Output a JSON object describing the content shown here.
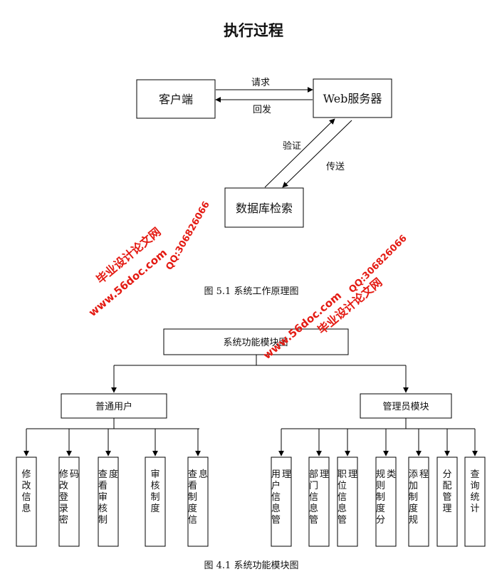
{
  "flow": {
    "title": "执行过程",
    "client": "客户端",
    "server": "Web服务器",
    "database": "数据库检索",
    "request": "请求",
    "reply": "回发",
    "verify": "验证",
    "transmit": "传送",
    "caption": "图 5.1 系统工作原理图"
  },
  "modules": {
    "root": "系统功能模块图",
    "user_branch": "普通用户",
    "admin_branch": "管理员模块",
    "user_items": [
      "修改信息",
      "修改登录密码",
      "查看审核制度",
      "审核制度",
      "查看制度信息"
    ],
    "admin_items": [
      "用户信息管理",
      "部门信息管理",
      "职位信息管理",
      "规则制度分类",
      "添加制度规程",
      "分配管理",
      "查询统计"
    ],
    "caption": "图 4.1 系统功能模块图"
  },
  "watermark": {
    "site": "www.56doc.com",
    "qq": "QQ:306826066",
    "brand": "毕业设计论文网",
    "color": "#e41a12"
  }
}
